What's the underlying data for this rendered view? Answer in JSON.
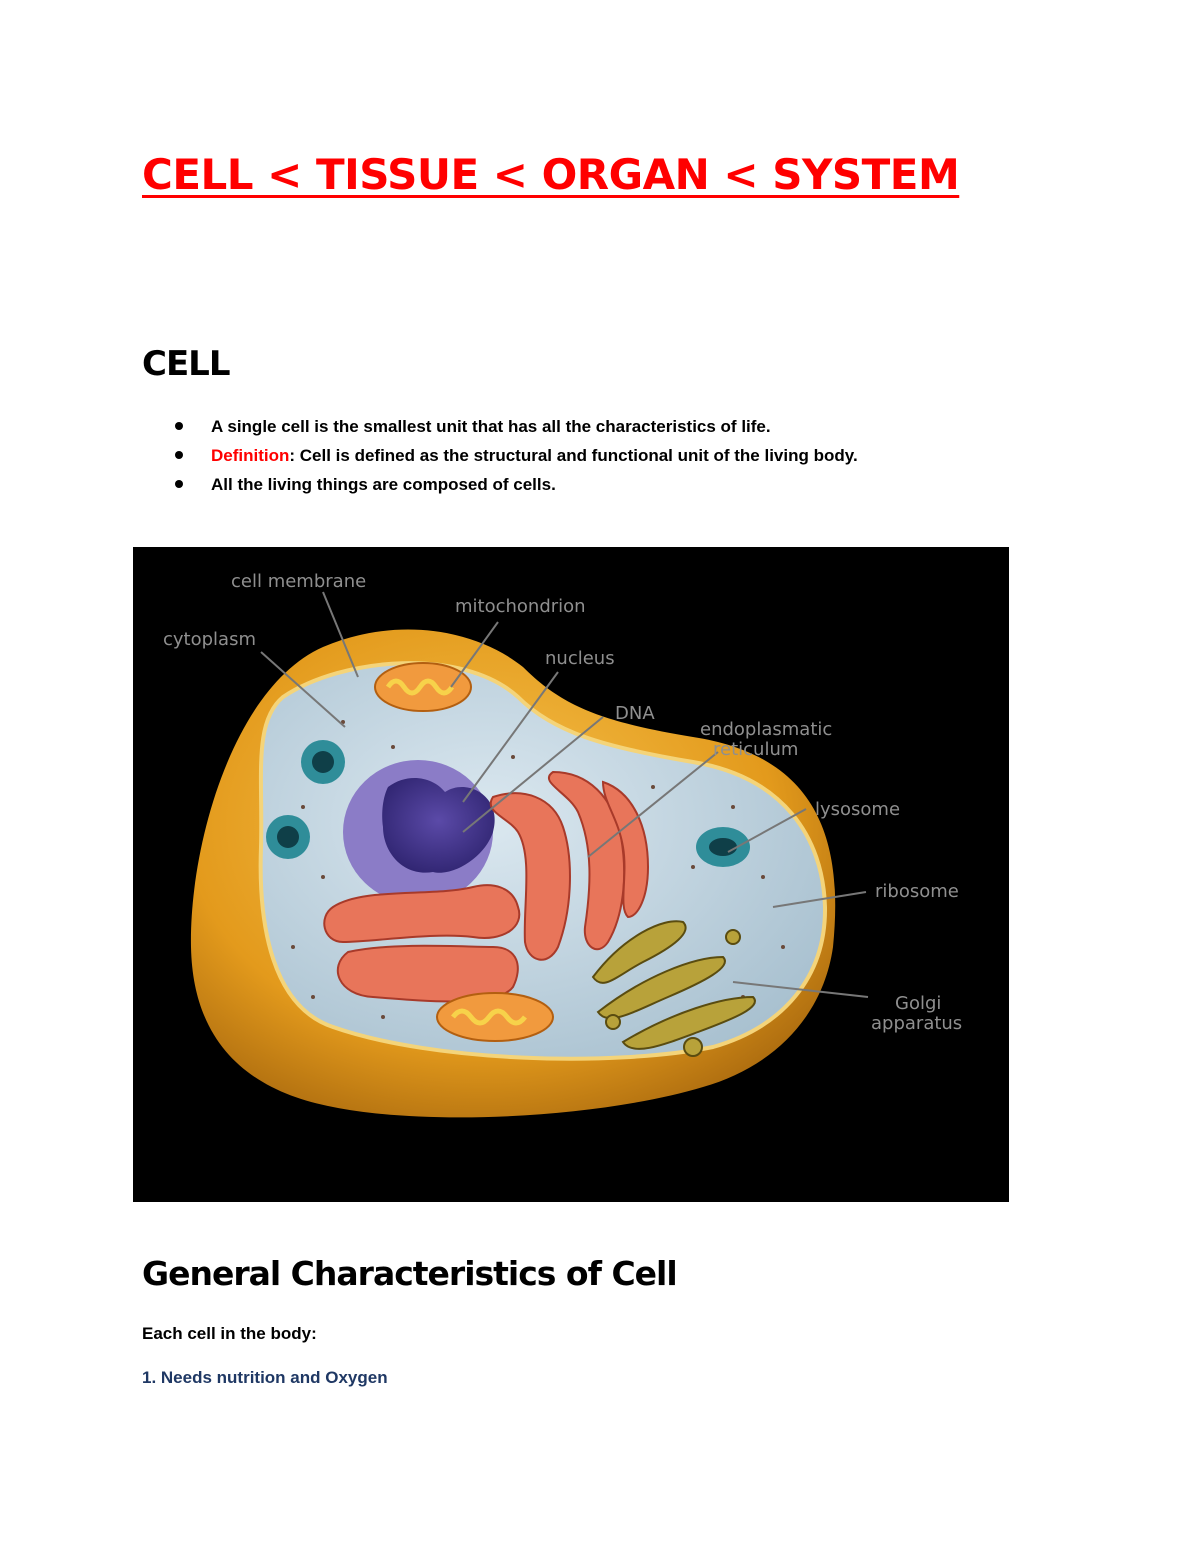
{
  "title": "CELL < TISSUE < ORGAN < SYSTEM",
  "cell_heading": "CELL",
  "bullets": {
    "b1": "A single cell is the smallest unit that has all the characteristics of life.",
    "b2_label": "Definition",
    "b2_text": ": Cell is defined as the structural and functional unit of the living body.",
    "b3": "All the living things are composed of cells."
  },
  "figure": {
    "labels": {
      "cell_membrane": "cell membrane",
      "mitochondrion": "mitochondrion",
      "cytoplasm": "cytoplasm",
      "nucleus": "nucleus",
      "dna": "DNA",
      "er_line1": "endoplasmatic",
      "er_line2": "reticulum",
      "lysosome": "lysosome",
      "ribosome": "ribosome",
      "golgi_line1": "Golgi",
      "golgi_line2": "apparatus"
    }
  },
  "general_heading": "General Characteristics of Cell",
  "each_cell": "Each cell in the body:",
  "item_1": "1. Needs nutrition and Oxygen",
  "colors": {
    "title": "#ff0000",
    "definition": "#ff0000",
    "item": "#1f3864",
    "membrane": "#e8a020",
    "cytoplasm": "#c9dce8",
    "nucleus": "#5a3f9a",
    "er": "#e86a4e",
    "golgi": "#8a7a1a"
  }
}
